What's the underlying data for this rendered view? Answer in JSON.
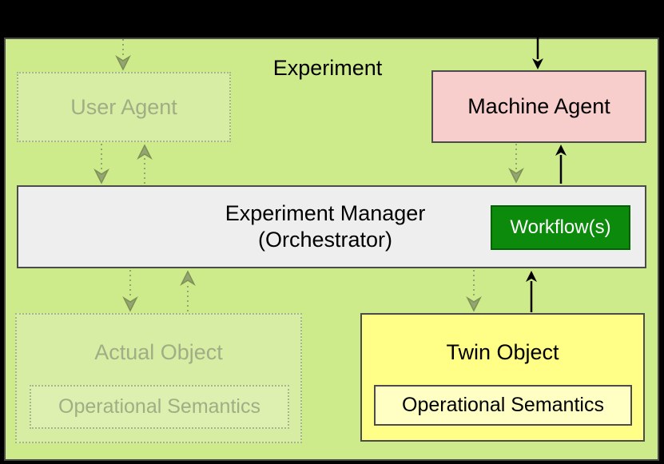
{
  "diagram": {
    "title": "Experiment",
    "nodes": {
      "user_agent": {
        "label": "User Agent",
        "state": "faded"
      },
      "machine_agent": {
        "label": "Machine Agent",
        "state": "active"
      },
      "experiment_manager": {
        "line1": "Experiment Manager",
        "line2": "(Orchestrator)"
      },
      "workflow": {
        "label": "Workflow(s)"
      },
      "actual_object": {
        "label": "Actual Object",
        "state": "faded",
        "inner": {
          "label": "Operational Semantics"
        }
      },
      "twin_object": {
        "label": "Twin Object",
        "state": "active",
        "inner": {
          "label": "Operational Semantics"
        }
      }
    },
    "edges": [
      {
        "from": "outside-top",
        "to": "user_agent",
        "style": "dotted"
      },
      {
        "from": "user_agent",
        "to": "experiment_manager",
        "style": "dotted"
      },
      {
        "from": "experiment_manager",
        "to": "user_agent",
        "style": "dotted"
      },
      {
        "from": "outside-top",
        "to": "machine_agent",
        "style": "solid"
      },
      {
        "from": "machine_agent",
        "to": "experiment_manager",
        "style": "dotted"
      },
      {
        "from": "experiment_manager",
        "to": "machine_agent",
        "style": "solid"
      },
      {
        "from": "experiment_manager",
        "to": "actual_object",
        "style": "dotted"
      },
      {
        "from": "actual_object",
        "to": "experiment_manager",
        "style": "dotted"
      },
      {
        "from": "experiment_manager",
        "to": "twin_object",
        "style": "dotted"
      },
      {
        "from": "twin_object",
        "to": "experiment_manager",
        "style": "solid"
      }
    ]
  },
  "colors": {
    "canvas-bg": "#000000",
    "experiment-fill": "#cdeb8b",
    "experiment-border": "#4b4b4b",
    "machine-agent-fill": "#f8cecc",
    "manager-fill": "#eeeeee",
    "workflow-fill": "#0b8a0b",
    "workflow-border": "#066106",
    "workflow-text": "#ffffff",
    "twin-fill": "#ffff88",
    "twin-inner-fill": "#ffffc4",
    "box-border": "#4b4b4b",
    "faded-fill": "#d8eda4",
    "faded-inner-fill": "#def0b0",
    "faded-border": "#a6b58c",
    "faded-text": "#9fae85",
    "dotted-arrow": "#93a571",
    "dotted-arrow-head": "#7e9055",
    "solid-arrow": "#000000"
  }
}
